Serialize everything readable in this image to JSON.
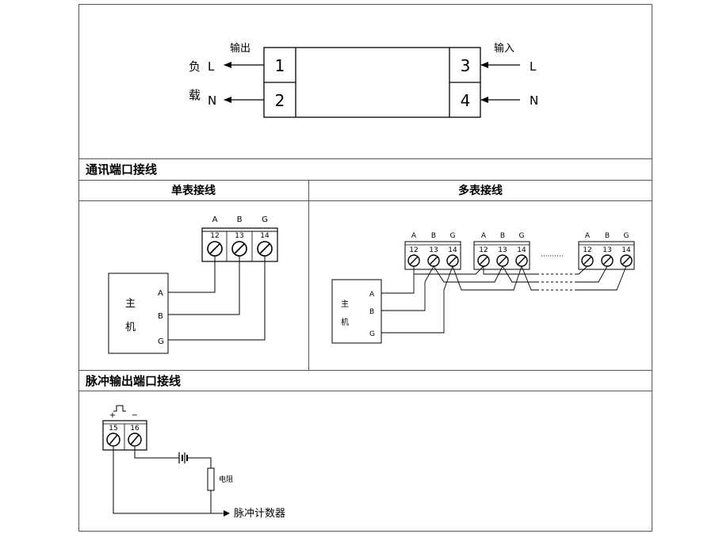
{
  "meter": {
    "output_label": "输出",
    "input_label": "输入",
    "load_label_1": "负",
    "load_label_2": "载",
    "out_L": "L",
    "out_N": "N",
    "in_L": "L",
    "in_N": "N",
    "terminals": [
      "1",
      "2",
      "3",
      "4"
    ]
  },
  "comm": {
    "title": "通讯端口接线",
    "single_title": "单表接线",
    "multi_title": "多表接线",
    "letters": [
      "A",
      "B",
      "G"
    ],
    "numbers": [
      "12",
      "13",
      "14"
    ],
    "host_label_1": "主",
    "host_label_2": "机",
    "host_pins": [
      "A",
      "B",
      "G"
    ],
    "ellipsis": "··········"
  },
  "pulse": {
    "title": "脉冲输出端口接线",
    "plus": "+",
    "minus": "−",
    "numbers": [
      "15",
      "16"
    ],
    "resistor_label": "电阻",
    "counter_label": "脉冲计数器"
  },
  "colors": {
    "line": "#000000",
    "border": "#555555"
  }
}
